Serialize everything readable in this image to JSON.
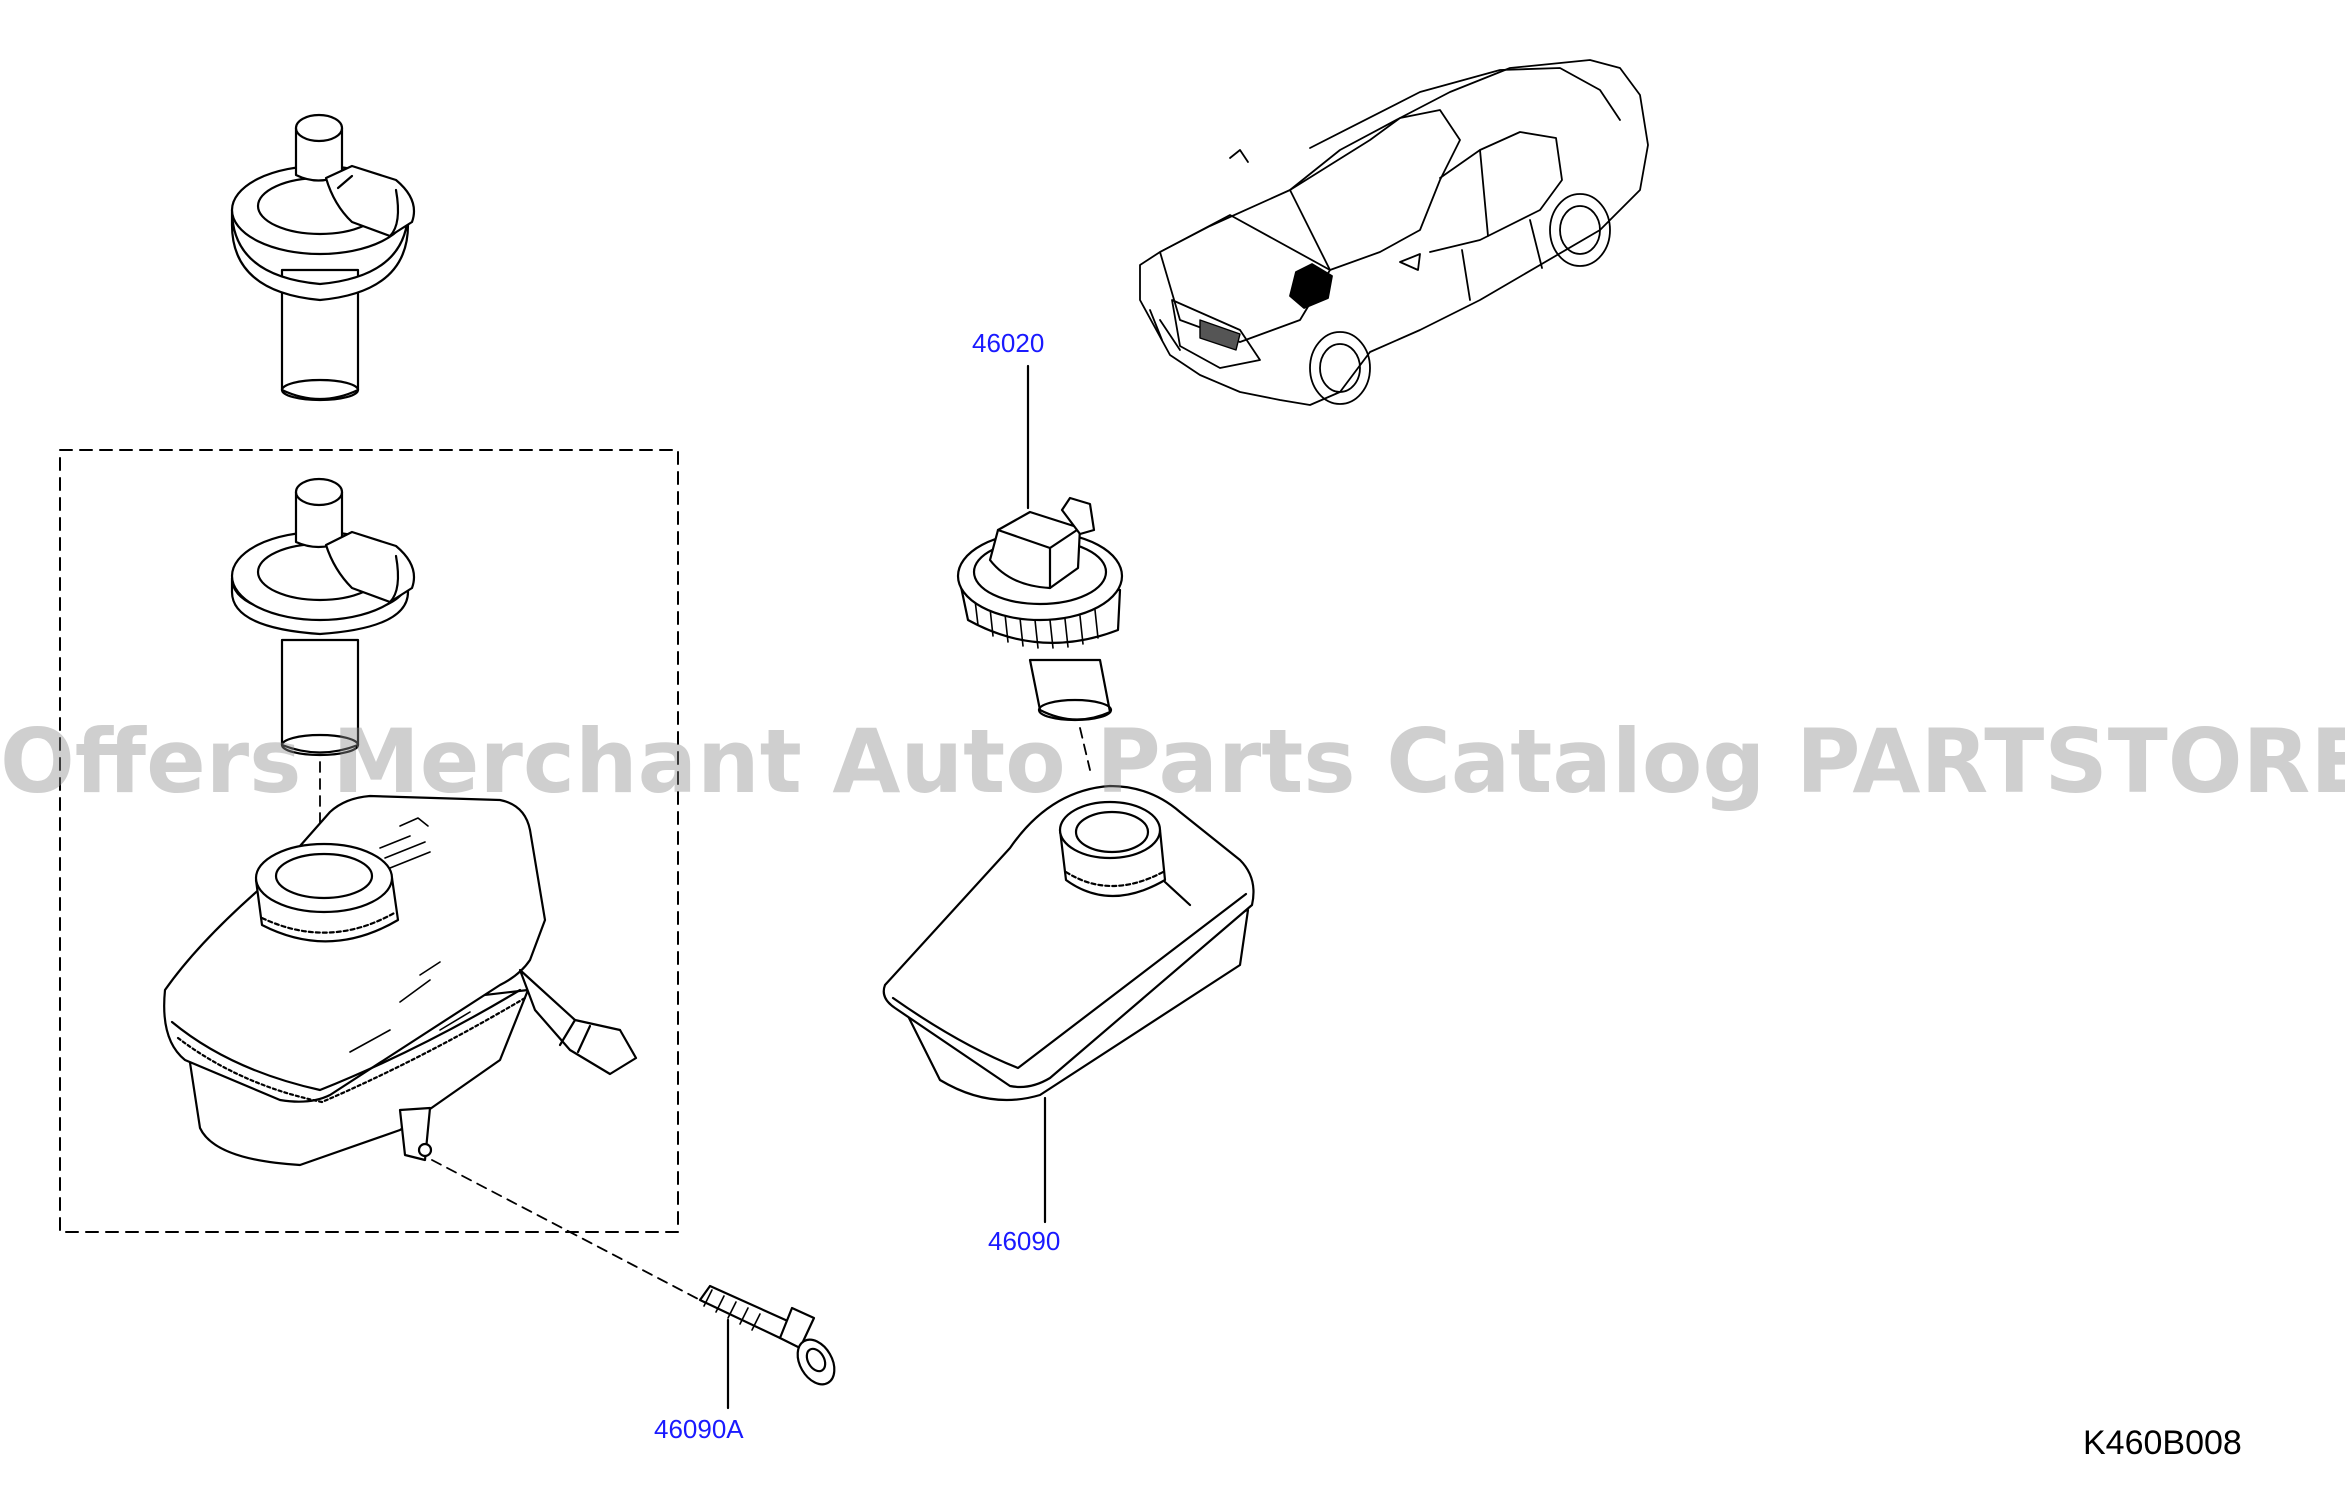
{
  "labels": {
    "part_46020": "46020",
    "part_46090": "46090",
    "part_46090a": "46090A"
  },
  "diagram_code": "K460B008",
  "watermark": "Offers Merchant Auto Parts Catalog PARTSTORE.SA",
  "colors": {
    "label": "#1a1aff",
    "line": "#000000",
    "watermark": "#8c8c8c"
  }
}
